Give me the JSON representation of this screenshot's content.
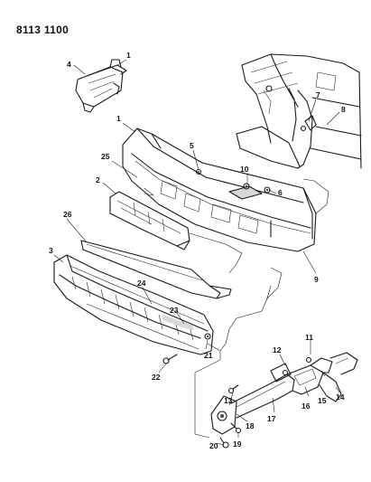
{
  "header": {
    "catalog_number": "8113 1100"
  },
  "callouts": {
    "c1a": "1",
    "c1b": "1",
    "c2": "2",
    "c3": "3",
    "c4": "4",
    "c5": "5",
    "c6": "6",
    "c7": "7",
    "c8": "8",
    "c9": "9",
    "c10": "10",
    "c11": "11",
    "c12": "12",
    "c13": "13",
    "c14": "14",
    "c15": "15",
    "c16": "16",
    "c17": "17",
    "c18": "18",
    "c19": "19",
    "c20": "20",
    "c21": "21",
    "c22": "22",
    "c23": "23",
    "c24": "24",
    "c25": "25",
    "c26": "26"
  }
}
